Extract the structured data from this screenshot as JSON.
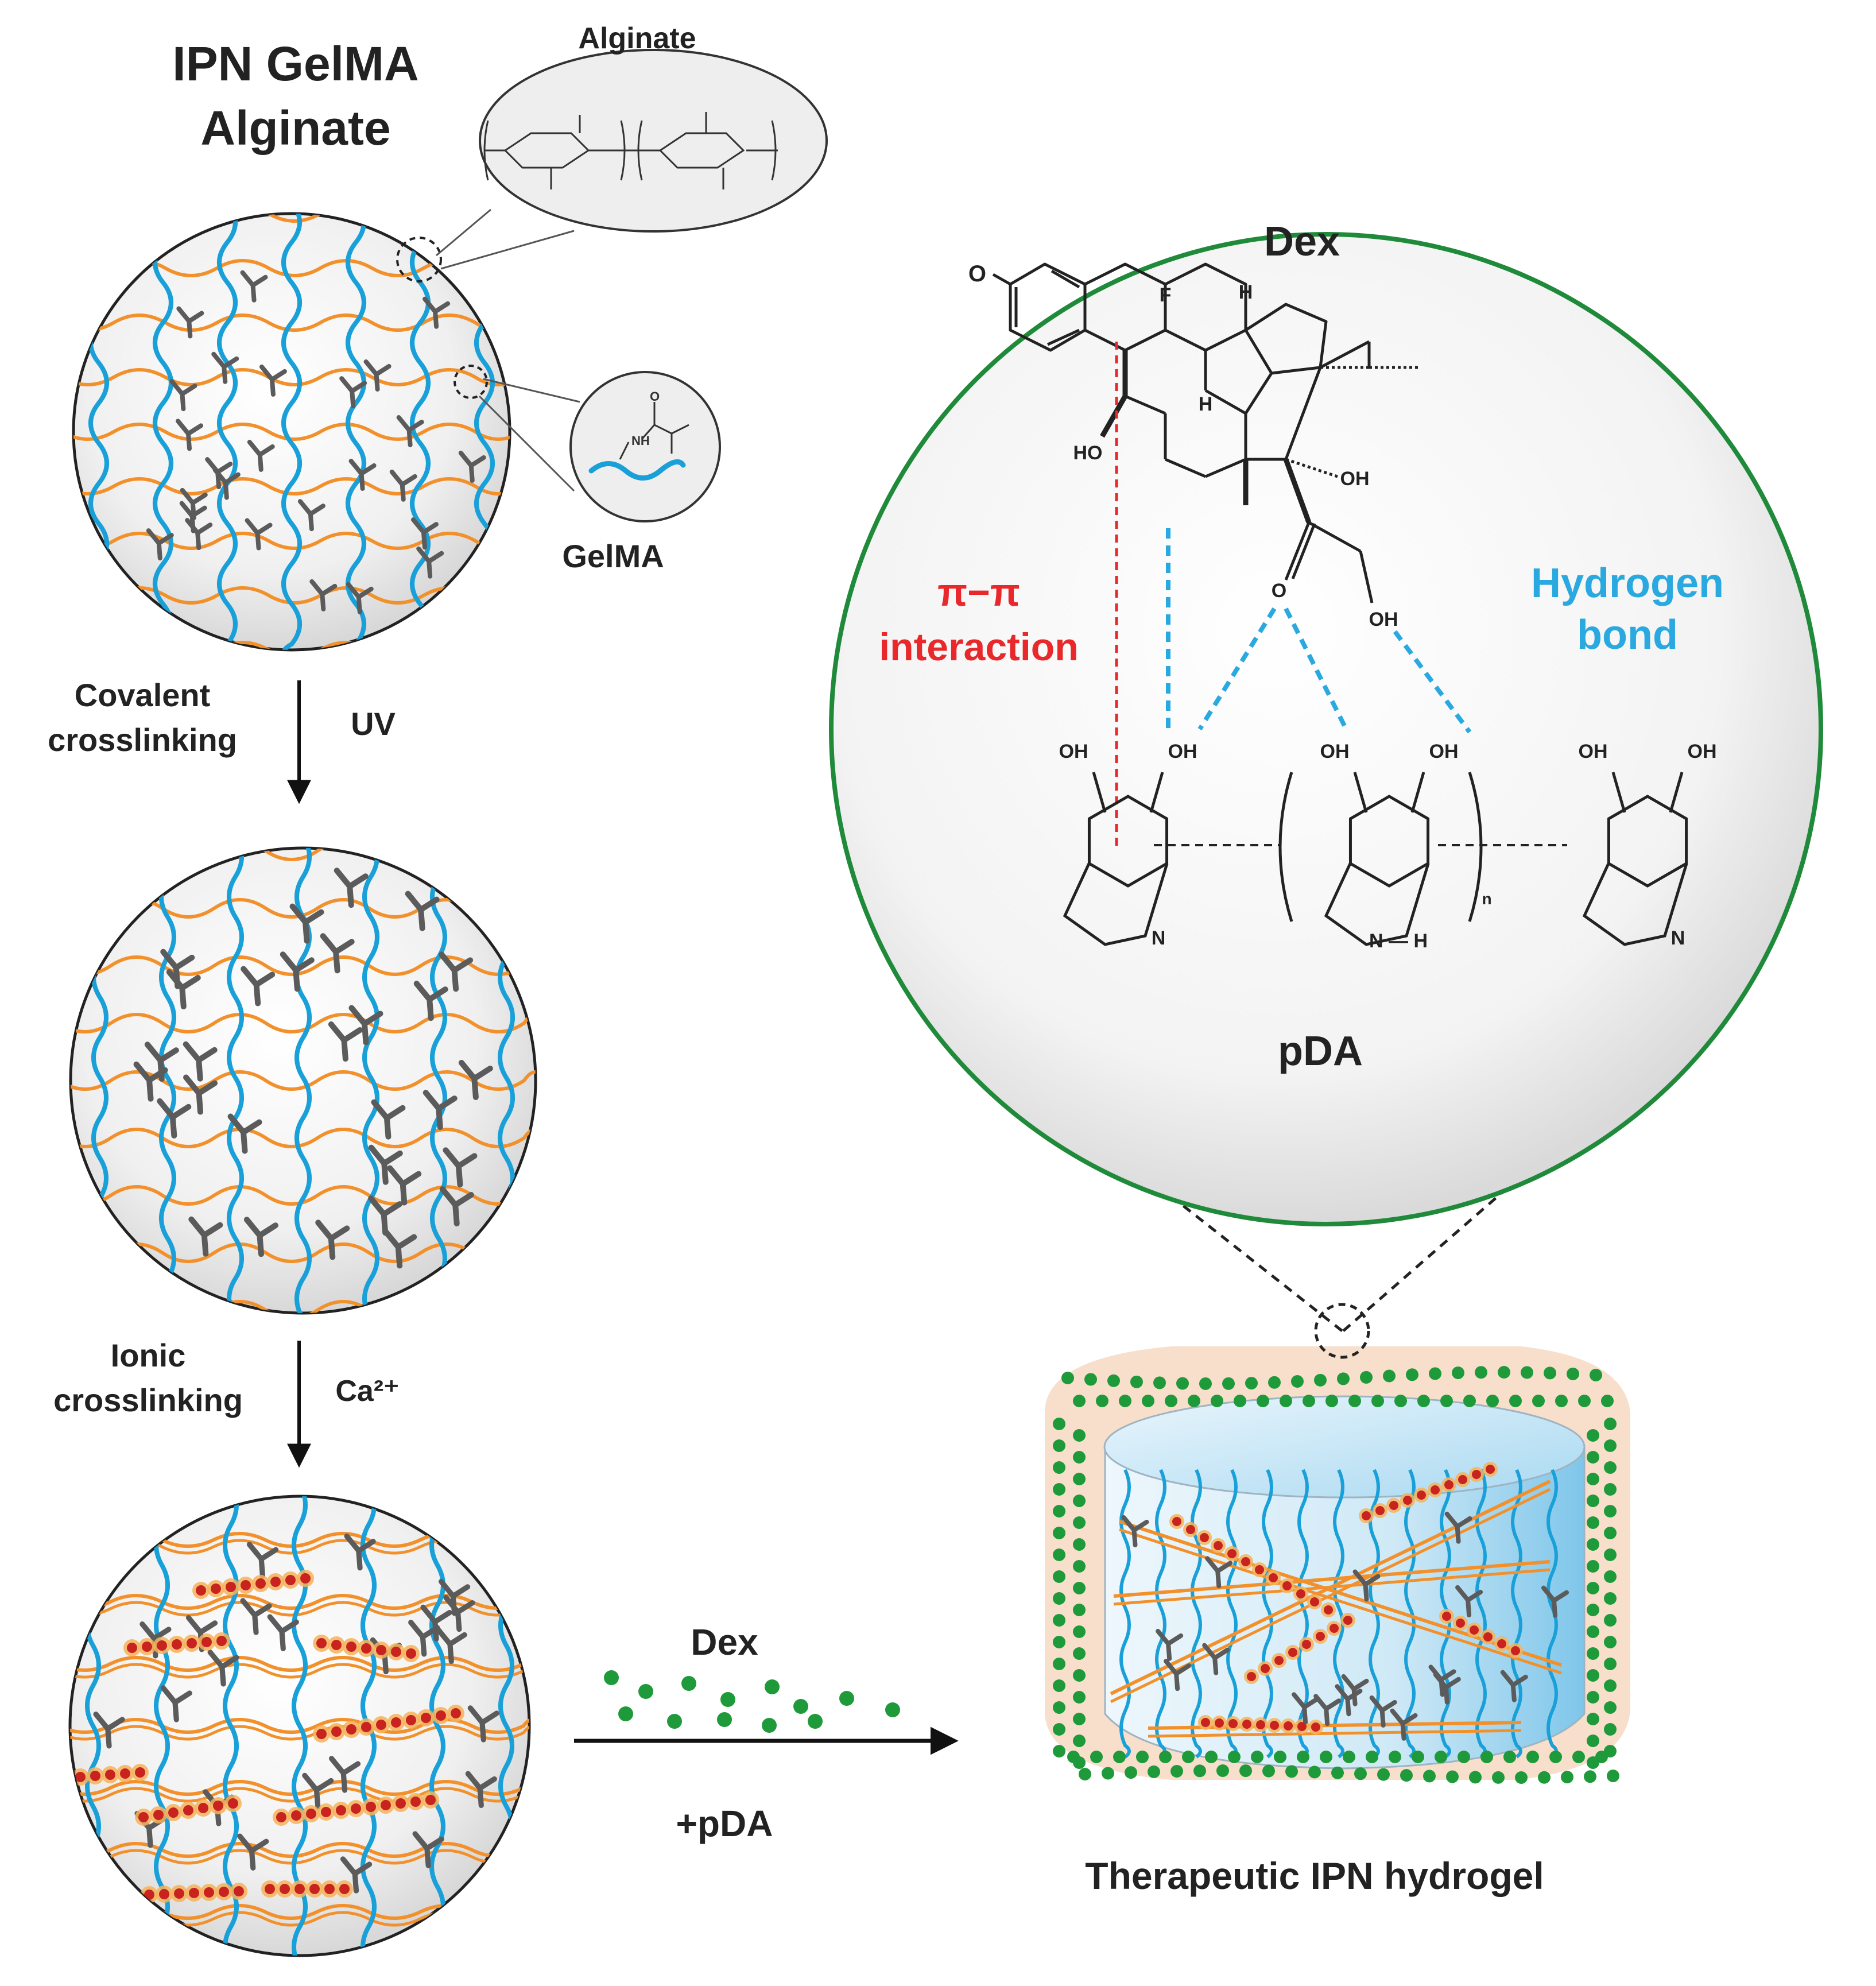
{
  "title_line1": "IPN GelMA",
  "title_line2": "Alginate",
  "alginate_label": "Alginate",
  "gelma_label": "GelMA",
  "step1": {
    "label_line1": "Covalent",
    "label_line2": "crosslinking",
    "agent": "UV"
  },
  "step2": {
    "label_line1": "Ionic",
    "label_line2": "crosslinking",
    "agent": "Ca²⁺"
  },
  "final_arrow": {
    "top": "Dex",
    "bottom": "+pDA"
  },
  "hydrogel_label": "Therapeutic IPN hydrogel",
  "zoom": {
    "dex_label": "Dex",
    "pda_label": "pDA",
    "pi_line1": "π−π",
    "pi_line2": "interaction",
    "hbond_line1": "Hydrogen",
    "hbond_line2": "bond",
    "atoms": {
      "o_ketone": "O",
      "f": "F",
      "h1": "H",
      "h2": "H",
      "ho": "HO",
      "oh_c17": "OH",
      "o_c20": "O",
      "oh_c21": "OH",
      "oh": [
        "OH",
        "OH",
        "OH",
        "OH",
        "OH",
        "OH"
      ],
      "n1": "N",
      "nh": "N — H",
      "n3": "N",
      "n_sub": "n"
    }
  },
  "colors": {
    "gelma": "#1aa0d8",
    "alginate": "#f2912c",
    "zoom_ring": "#1f8a3a",
    "pi_line": "#e8282b",
    "hbond": "#2aa9e0",
    "dex_dot": "#1f9a3a",
    "ion": "#c8231e",
    "crosslinker": "#5b5b5b"
  }
}
